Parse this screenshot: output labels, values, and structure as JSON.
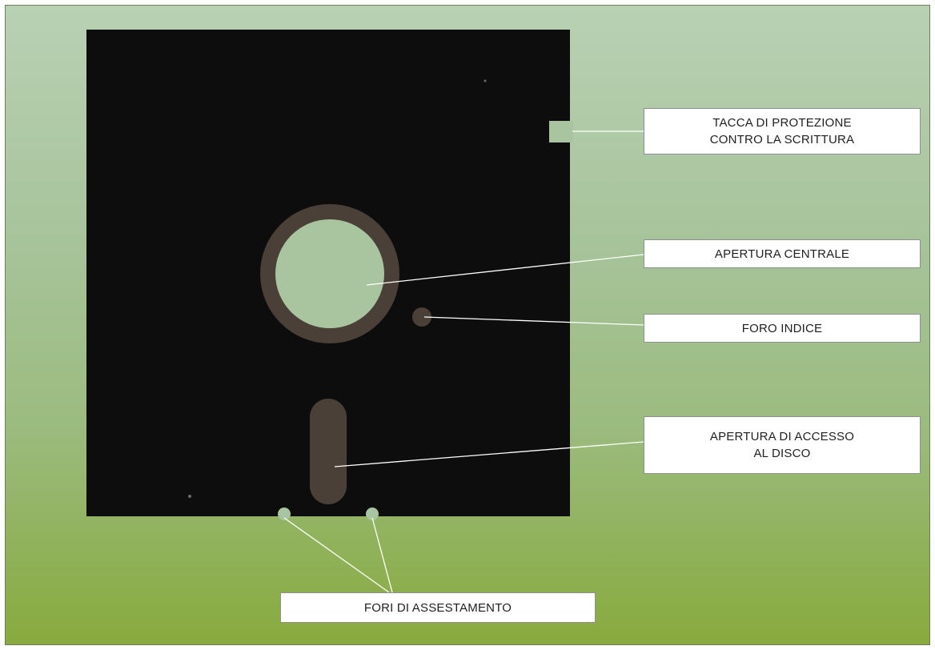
{
  "labels": {
    "write_protect_line1": "TACCA DI PROTEZIONE",
    "write_protect_line2": "CONTRO LA SCRITTURA",
    "center_hole": "APERTURA CENTRALE",
    "index_hole": "FORO INDICE",
    "access_line1": "APERTURA DI ACCESSO",
    "access_line2": "AL DISCO",
    "alignment_holes": "FORI DI ASSESTAMENTO"
  },
  "colors": {
    "jacket": "#0d0d0d",
    "hub_ring": "#4b4038",
    "opening": "#a9c59f",
    "leader_line": "#ffffff"
  }
}
